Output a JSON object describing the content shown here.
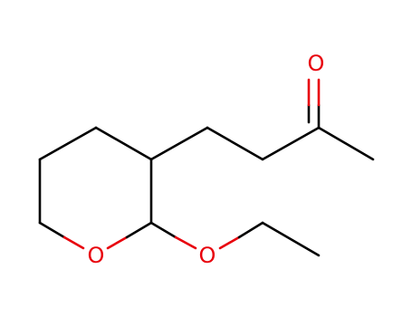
{
  "molecule": {
    "atoms": [
      {
        "id": "o_ketone",
        "label": "O",
        "color": "#e8000b"
      },
      {
        "id": "o_ring",
        "label": "O",
        "color": "#e8000b"
      },
      {
        "id": "o_ether",
        "label": "O",
        "color": "#e8000b"
      }
    ],
    "bond_color": "#000000",
    "heteroatom_color": "#e8000b"
  }
}
